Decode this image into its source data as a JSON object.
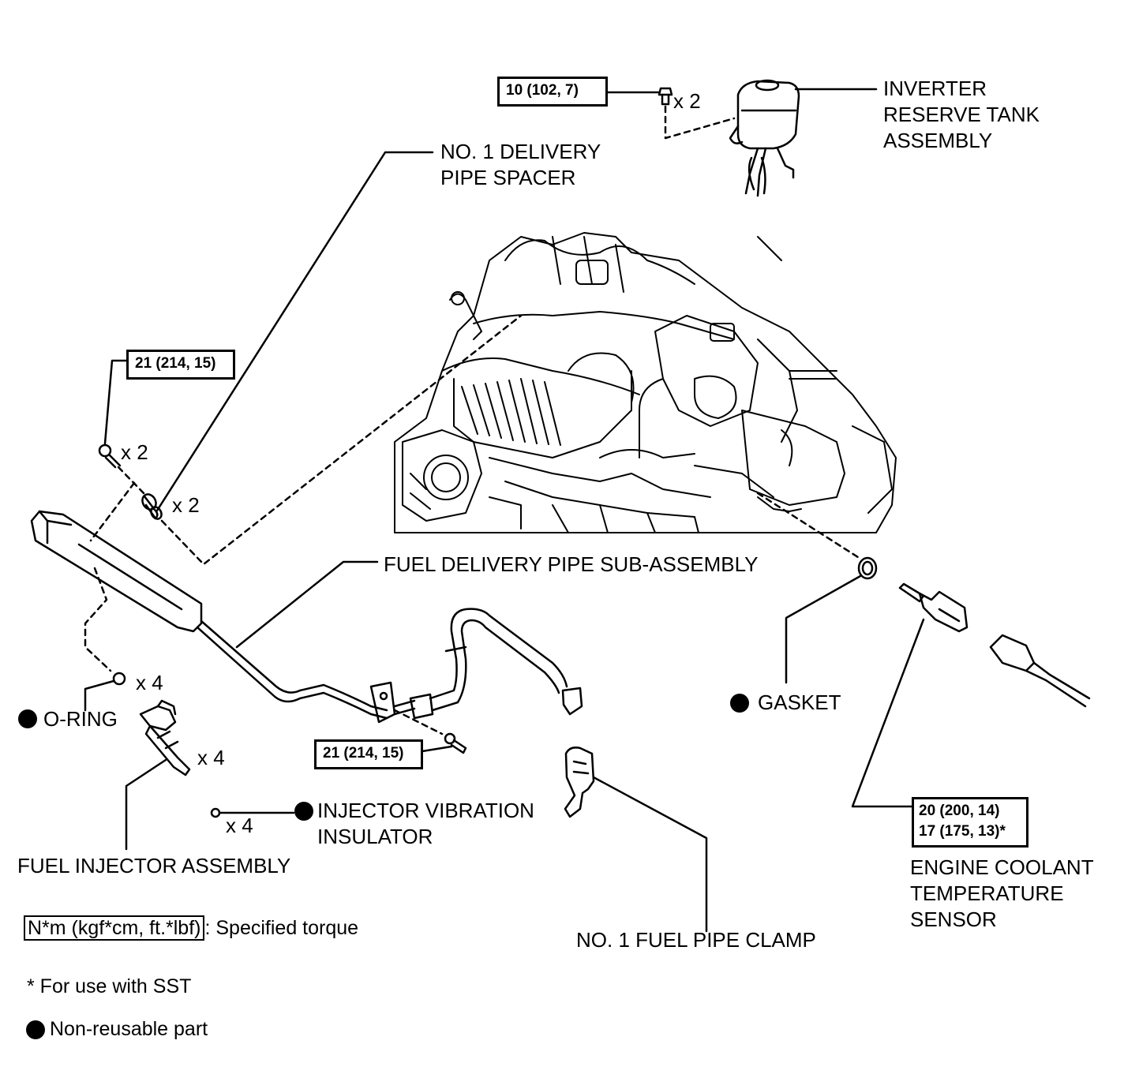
{
  "labels": {
    "inverter_reserve_tank": [
      "INVERTER",
      "RESERVE TANK",
      "ASSEMBLY"
    ],
    "delivery_pipe_spacer": [
      "NO. 1 DELIVERY",
      "PIPE SPACER"
    ],
    "fuel_delivery_pipe": "FUEL DELIVERY PIPE SUB-ASSEMBLY",
    "o_ring": "O-RING",
    "fuel_injector": "FUEL INJECTOR ASSEMBLY",
    "injector_vibration_insulator": [
      "INJECTOR VIBRATION",
      "INSULATOR"
    ],
    "fuel_pipe_clamp": "NO. 1 FUEL PIPE CLAMP",
    "gasket": "GASKET",
    "engine_coolant_sensor": [
      "ENGINE COOLANT",
      "TEMPERATURE",
      "SENSOR"
    ]
  },
  "torques": {
    "inverter_bolt": "10 (102, 7)",
    "delivery_pipe_bolt": "21 (214, 15)",
    "clamp_bolt": "21 (214, 15)",
    "sensor": [
      "20 (200, 14)",
      "17 (175, 13)*"
    ]
  },
  "quantities": {
    "inverter_bolt": "x 2",
    "delivery_pipe_bolt": "x 2",
    "spacer": "x 2",
    "o_ring": "x 4",
    "injector": "x 4",
    "insulator": "x 4"
  },
  "legend": {
    "torque_unit": "N*m (kgf*cm, ft.*lbf)",
    "torque_desc": ": Specified torque",
    "sst_note": "* For use with SST",
    "non_reusable": "Non-reusable part"
  }
}
